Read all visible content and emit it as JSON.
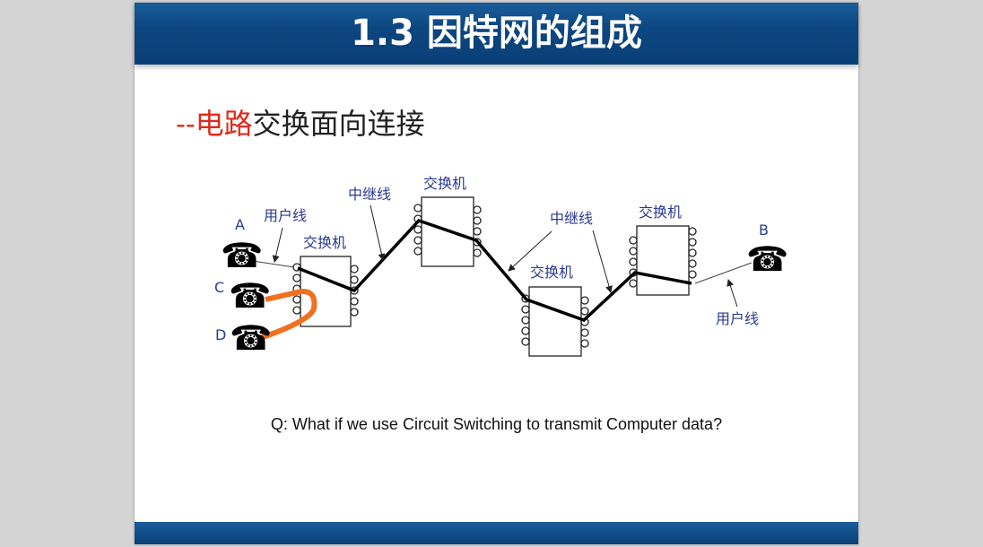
{
  "slide": {
    "title": "1.3  因特网的组成",
    "subtitle_prefix": "--",
    "subtitle_red": "电路",
    "subtitle_rest": "交换面向连接",
    "question": "Q: What if we use Circuit Switching to transmit Computer data?"
  },
  "diagram": {
    "phone_a": "A",
    "phone_b": "B",
    "phone_c": "C",
    "phone_d": "D",
    "user_line_left": "用户线",
    "user_line_right": "用户线",
    "trunk_line_left": "中继线",
    "trunk_line_right": "中继线",
    "switch_1": "交换机",
    "switch_2": "交换机",
    "switch_3": "交换机",
    "switch_4": "交换机",
    "colors": {
      "circuit": "#000000",
      "local": "#f07020",
      "label": "#2b3990"
    }
  }
}
